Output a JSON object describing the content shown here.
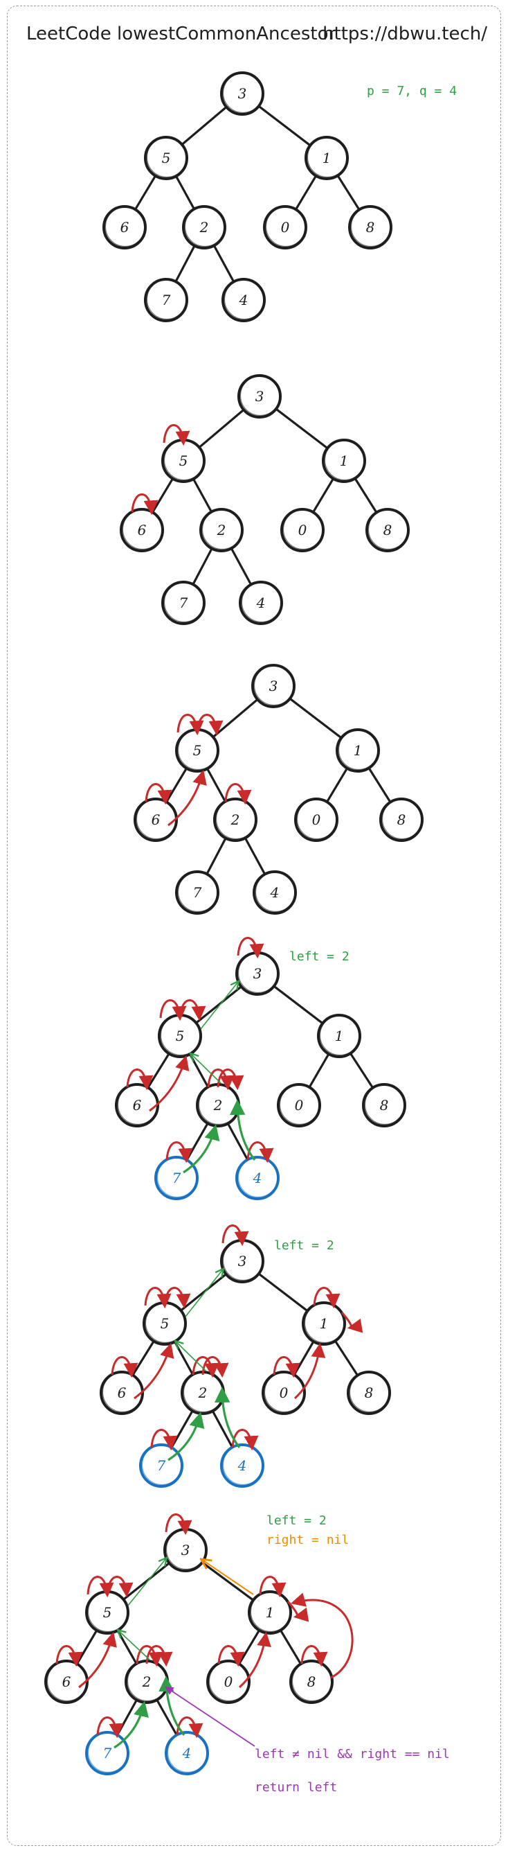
{
  "header": {
    "title": "LeetCode lowestCommonAncestor",
    "url": "https://dbwu.tech/"
  },
  "colors": {
    "ink": "#1e1e1e",
    "red": "#c92a2a",
    "green": "#2f9e44",
    "blue": "#1971c2",
    "orange": "#f08c00",
    "purple": "#9c36b5"
  },
  "tree": {
    "nodes": [
      "3",
      "5",
      "1",
      "6",
      "2",
      "0",
      "8",
      "7",
      "4"
    ]
  },
  "panels": [
    {
      "notes": [
        {
          "text": "p = 7, q = 4",
          "color": "green"
        }
      ]
    },
    {
      "notes": []
    },
    {
      "notes": []
    },
    {
      "notes": [
        {
          "text": "left = 2",
          "color": "green"
        }
      ]
    },
    {
      "notes": [
        {
          "text": "left = 2",
          "color": "green"
        }
      ]
    },
    {
      "notes": [
        {
          "text": "left = 2",
          "color": "green"
        },
        {
          "text": "right = nil",
          "color": "orange"
        },
        {
          "text": "left ≠ nil && right == nil",
          "color": "purple"
        },
        {
          "text": "return left",
          "color": "purple"
        }
      ]
    }
  ]
}
